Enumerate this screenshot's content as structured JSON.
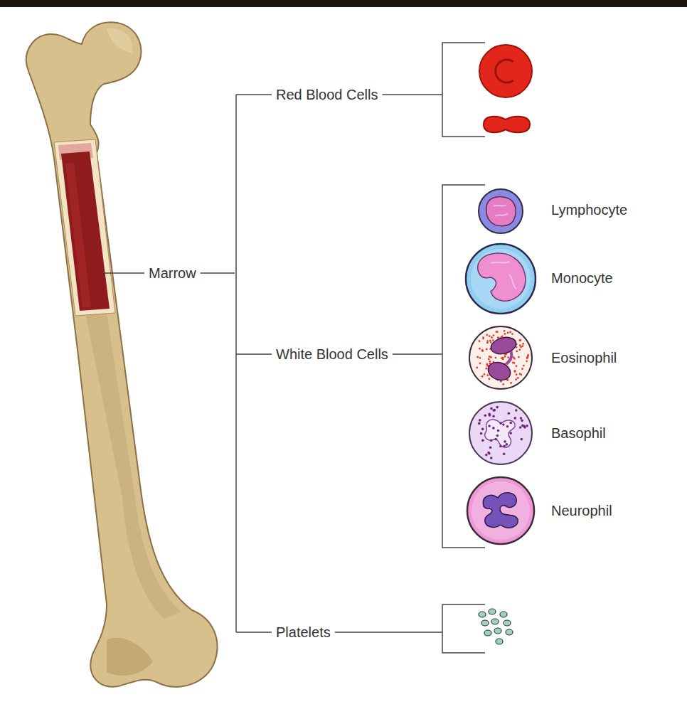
{
  "diagram": {
    "labels": [
      "Red Blood Cells",
      "Marrow",
      "White Blood Cells",
      "Lymphocyte",
      "Monocyte",
      "Eosinophil",
      "Basophil",
      "Neurophil",
      "Platelets"
    ]
  }
}
